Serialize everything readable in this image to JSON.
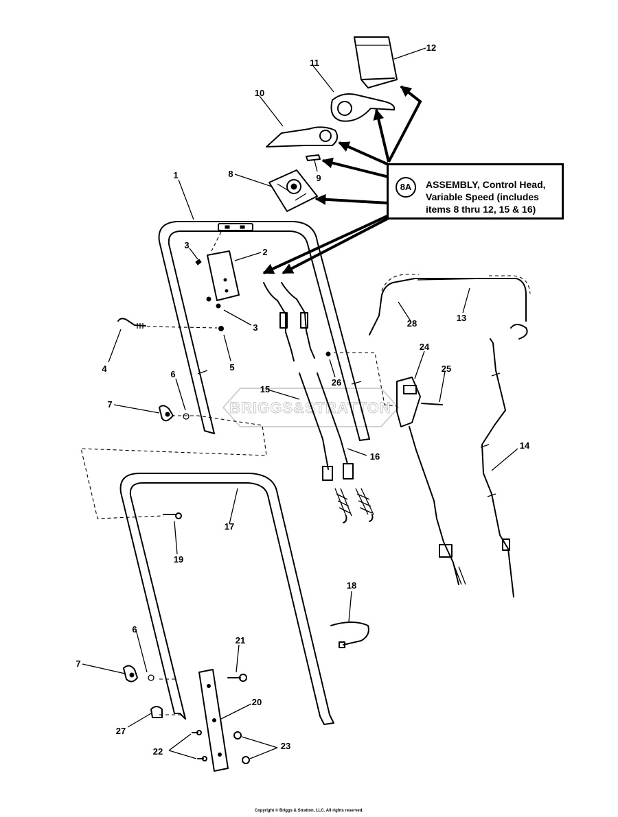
{
  "assembly": {
    "badge": "8A",
    "description": "ASSEMBLY, Control Head, Variable Speed (includes items 8 thru 12, 15 & 16)"
  },
  "callouts": {
    "c1": "1",
    "c2": "2",
    "c3a": "3",
    "c3b": "3",
    "c4": "4",
    "c5": "5",
    "c6a": "6",
    "c6b": "6",
    "c7a": "7",
    "c7b": "7",
    "c8": "8",
    "c9": "9",
    "c10": "10",
    "c11": "11",
    "c12": "12",
    "c13": "13",
    "c14": "14",
    "c15": "15",
    "c16": "16",
    "c17": "17",
    "c18": "18",
    "c19": "19",
    "c20": "20",
    "c21": "21",
    "c22": "22",
    "c23": "23",
    "c24": "24",
    "c25": "25",
    "c26": "26",
    "c27": "27",
    "c28": "28"
  },
  "watermark": "BRIGGS&STRATTON",
  "copyright": "Copyright © Briggs & Stratton, LLC. All rights reserved."
}
